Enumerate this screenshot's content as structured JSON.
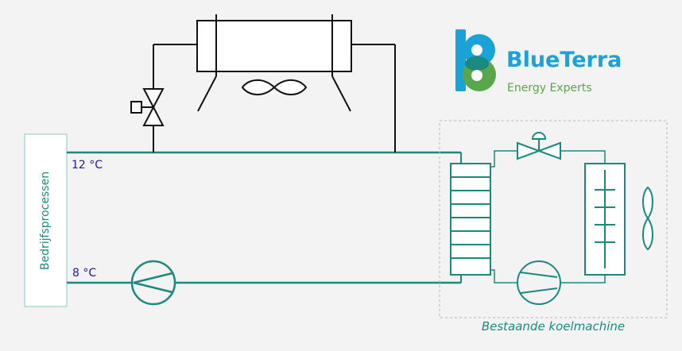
{
  "labels": {
    "process": "Bedrijfsprocessen",
    "temp_supply": "12 °C",
    "temp_return": "8 °C",
    "chiller": "Bestaande koelmachine"
  },
  "logo": {
    "name": "BlueTerra",
    "tagline": "Energy Experts"
  },
  "colors": {
    "pipe": "#1a8a7e",
    "line": "#111111",
    "temp_text": "#1a1aa0",
    "logo_blue": "#1aa3d9",
    "logo_green": "#5aa64a"
  }
}
